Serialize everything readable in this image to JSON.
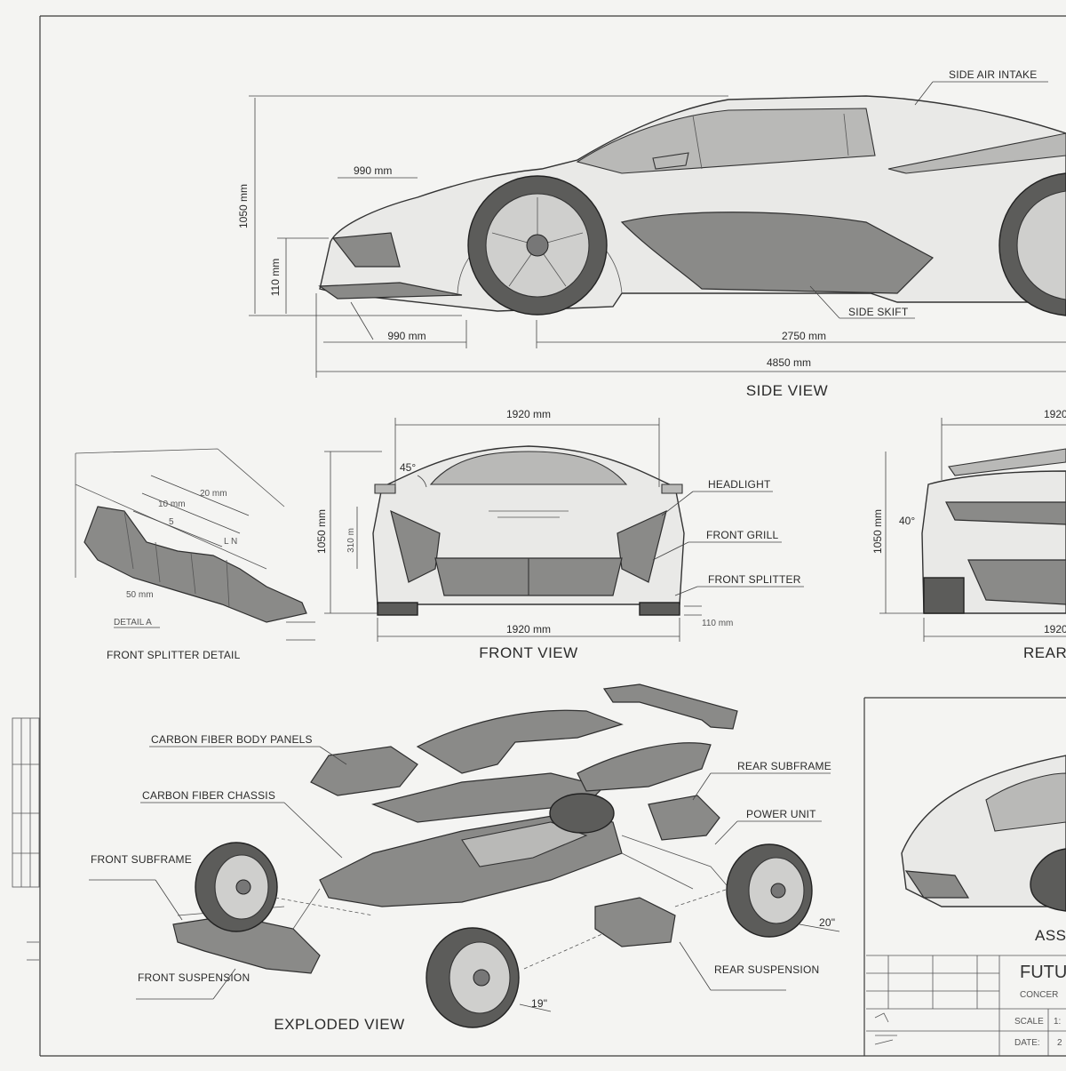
{
  "views": {
    "side": "SIDE VIEW",
    "front": "FRONT VIEW",
    "rear": "REAR",
    "splitter_detail": "FRONT SPLITTER DETAIL",
    "exploded": "EXPLODED VIEW",
    "assembly": "ASS"
  },
  "side_labels": {
    "air_intake": "SIDE AIR INTAKE",
    "side_skirt": "SIDE SKIFT"
  },
  "side_dims": {
    "height": "1050 mm",
    "front_overhang_top": "990 mm",
    "clearance": "110 mm",
    "front_overhang": "990 mm",
    "wheelbase": "2750 mm",
    "length": "4850 mm"
  },
  "front_labels": {
    "headlight": "HEADLIGHT",
    "grill": "FRONT GRILL",
    "splitter": "FRONT SPLITTER"
  },
  "front_dims": {
    "width_top": "1920 mm",
    "height": "1050 mm",
    "inner": "310 m",
    "angle": "45°",
    "width_bottom": "1920 mm",
    "clearance": "110 mm"
  },
  "rear_dims": {
    "width_top": "1920",
    "height": "1050 mm",
    "angle": "40°",
    "width_bottom": "1920"
  },
  "splitter_detail": {
    "label": "DETAIL A",
    "d1": "20 mm",
    "d2": "10 mm",
    "d3": "5",
    "d4": "L N",
    "d5": "50 mm"
  },
  "exploded_labels": {
    "body_panels": "CARBON FIBER BODY PANELS",
    "chassis": "CARBON FIBER CHASSIS",
    "front_subframe": "FRONT SUBFRAME",
    "front_suspension": "FRONT SUSPENSION",
    "rear_subframe": "REAR SUBFRAME",
    "power_unit": "POWER UNIT",
    "rear_suspension": "REAR SUSPENSION",
    "wheel_front": "19\"",
    "wheel_rear": "20\""
  },
  "title_block": {
    "title": "FUTU",
    "subtitle": "CONCER",
    "scale_label": "SCALE",
    "scale_value": "1:",
    "date_label": "DATE:",
    "date_value": "2"
  },
  "colors": {
    "paper": "#f4f4f2",
    "ink": "#2a2a2a",
    "shade": "#8a8a88"
  }
}
